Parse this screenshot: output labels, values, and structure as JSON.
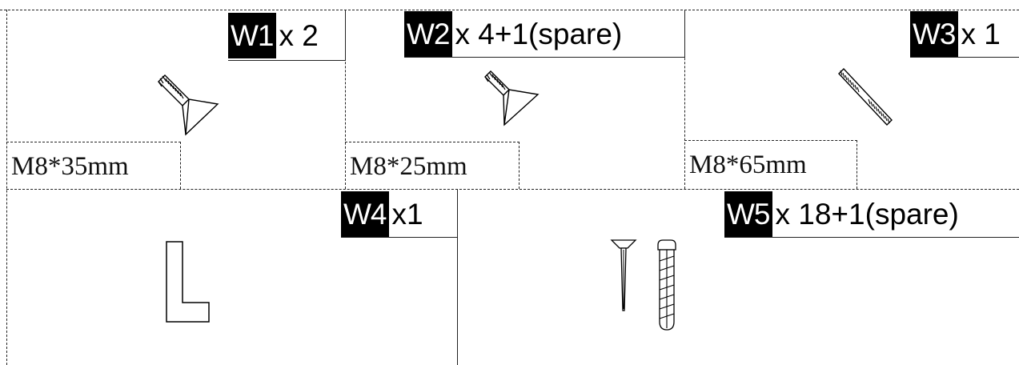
{
  "parts": [
    {
      "code": "W1",
      "qty": "x 2",
      "size": "M8*35mm",
      "icon": "countersunk-bolt-icon"
    },
    {
      "code": "W2",
      "qty": "x 4+1(spare)",
      "size": "M8*25mm",
      "icon": "countersunk-bolt-icon"
    },
    {
      "code": "W3",
      "qty": "x 1",
      "size": "M8*65mm",
      "icon": "threaded-rod-icon"
    },
    {
      "code": "W4",
      "qty": "x1",
      "icon": "l-bracket-icon"
    },
    {
      "code": "W5",
      "qty": "x 18+1(spare)",
      "icon": "screw-and-wall-anchor-icon"
    }
  ]
}
